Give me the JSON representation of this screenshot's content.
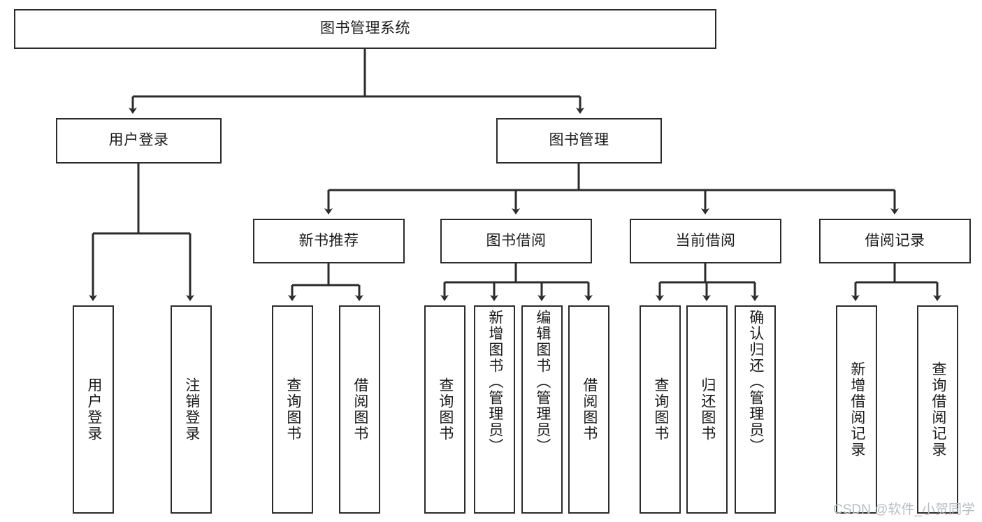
{
  "diagram": {
    "title": "图书管理系统",
    "watermark": "CSDN @软件_小贺同学",
    "colors": {
      "border": "#2b2b2b",
      "text": "#1a1a1a",
      "background": "#ffffff",
      "watermark": "#b9bcc0"
    },
    "levels": {
      "root": {
        "label": "图书管理系统"
      },
      "level2": [
        {
          "label": "用户登录"
        },
        {
          "label": "图书管理"
        }
      ],
      "level3": [
        {
          "label": "新书推荐"
        },
        {
          "label": "图书借阅"
        },
        {
          "label": "当前借阅"
        },
        {
          "label": "借阅记录"
        }
      ],
      "leaves": [
        {
          "label": "用户登录",
          "parent": "用户登录"
        },
        {
          "label": "注销登录",
          "parent": "用户登录"
        },
        {
          "label": "查询图书",
          "parent": "新书推荐"
        },
        {
          "label": "借阅图书",
          "parent": "新书推荐"
        },
        {
          "label": "查询图书",
          "parent": "图书借阅"
        },
        {
          "label": "新增图书（管理员）",
          "parent": "图书借阅"
        },
        {
          "label": "编辑图书（管理员）",
          "parent": "图书借阅"
        },
        {
          "label": "借阅图书",
          "parent": "图书借阅"
        },
        {
          "label": "查询图书",
          "parent": "当前借阅"
        },
        {
          "label": "归还图书",
          "parent": "当前借阅"
        },
        {
          "label": "确认归还（管理员）",
          "parent": "当前借阅"
        },
        {
          "label": "新增借阅记录",
          "parent": "借阅记录"
        },
        {
          "label": "查询借阅记录",
          "parent": "借阅记录"
        }
      ]
    }
  }
}
